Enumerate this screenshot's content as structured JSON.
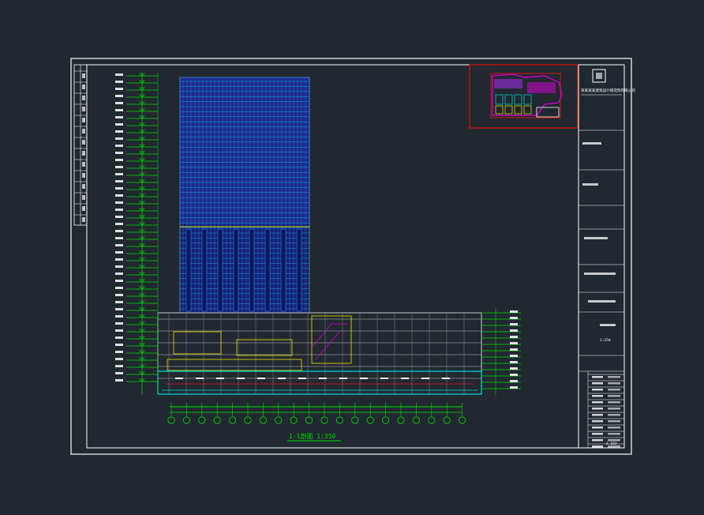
{
  "drawing": {
    "title_caption": "1-1剖面 1:350",
    "level_count": 44,
    "grid_count": 20,
    "basement_level_count": 3
  },
  "colors": {
    "background": "#212830",
    "frame": "#ffffff",
    "tower_fill": "#1c2a8c",
    "tower_grid": "#3a7fd8",
    "level_lines": "#00e000",
    "highlight_frame": "#e01010",
    "podium_lines": "#c8c8c8",
    "yellow": "#e6e600",
    "cyan": "#00e0e0",
    "magenta": "#e000e0",
    "label_text": "#ffffff"
  },
  "title_block": {
    "stamp_text": "某某某某建筑设计研究院有限公司",
    "scale_label": "1:350",
    "sheet_no": "A-103",
    "fields": [
      "工程名称",
      "项目编号",
      "设计阶段",
      "图纸名称",
      "比例",
      "日期",
      "图号"
    ]
  }
}
